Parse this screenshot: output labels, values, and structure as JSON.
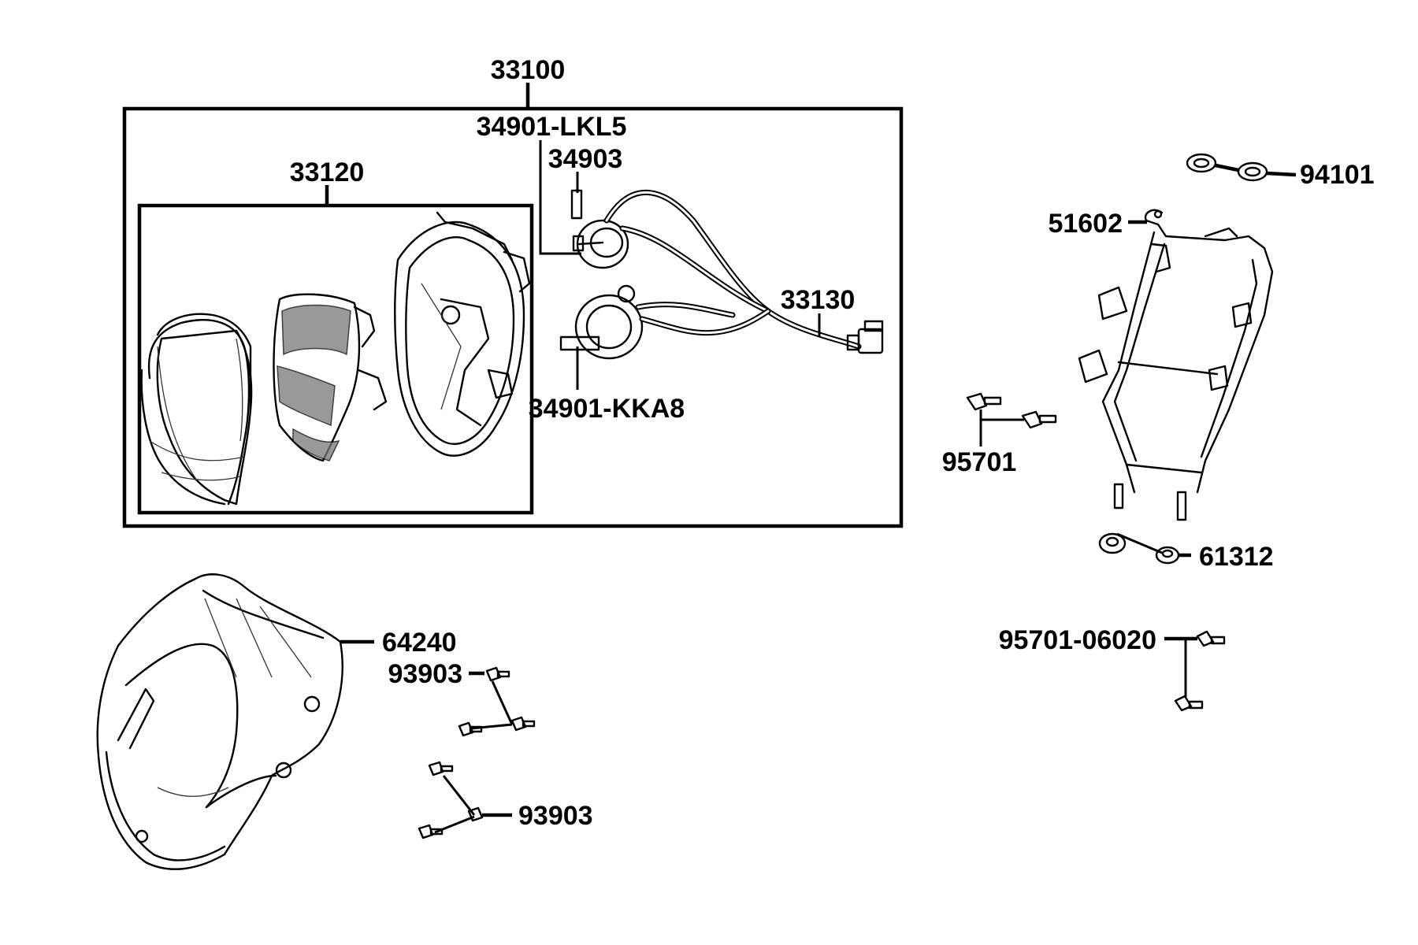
{
  "labels": {
    "assy_headlight": "33100",
    "bulb_lkl5": "34901-LKL5",
    "lens_unit": "33120",
    "socket": "34903",
    "harness": "33130",
    "bulb_kka8": "34901-KKA8",
    "grommet": "94101",
    "bracket": "51602",
    "bolt_95701": "95701",
    "nut": "61312",
    "cover": "64240",
    "screw_upper": "93903",
    "screw_lower": "93903",
    "bolt_06020": "95701-06020"
  }
}
